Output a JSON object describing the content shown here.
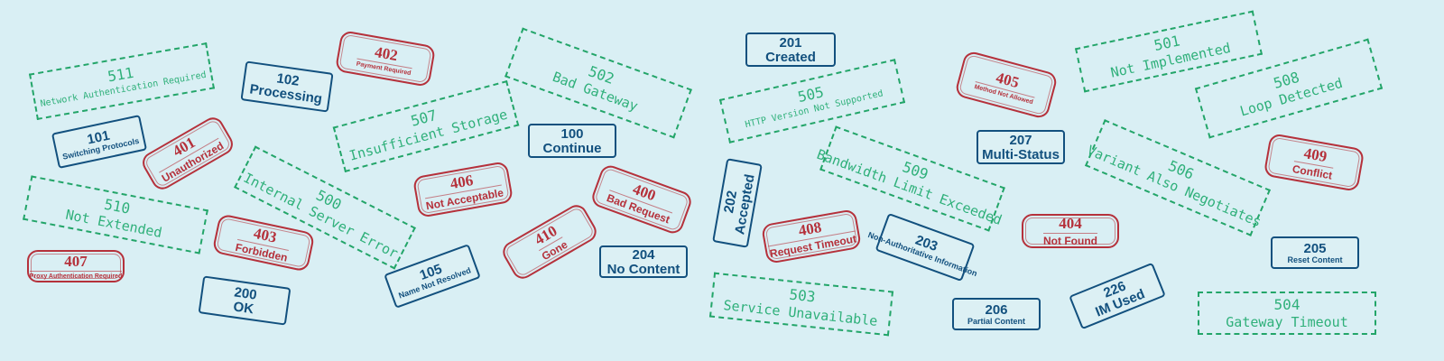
{
  "stamps": [
    {
      "code": "511",
      "label": "Network Authentication Required",
      "color": "green",
      "small": true
    },
    {
      "code": "102",
      "label": "Processing",
      "color": "blue"
    },
    {
      "code": "402",
      "label": "Payment Required",
      "color": "red",
      "small": true
    },
    {
      "code": "502",
      "label": "Bad Gateway",
      "color": "green"
    },
    {
      "code": "201",
      "label": "Created",
      "color": "blue"
    },
    {
      "code": "505",
      "label": "HTTP Version Not Supported",
      "color": "green",
      "small": true
    },
    {
      "code": "405",
      "label": "Method Not Allowed",
      "color": "red",
      "small": true
    },
    {
      "code": "501",
      "label": "Not Implemented",
      "color": "green"
    },
    {
      "code": "508",
      "label": "Loop Detected",
      "color": "green"
    },
    {
      "code": "101",
      "label": "Switching Protocols",
      "color": "blue",
      "small": true
    },
    {
      "code": "401",
      "label": "Unauthorized",
      "color": "red"
    },
    {
      "code": "507",
      "label": "Insufficient Storage",
      "color": "green"
    },
    {
      "code": "100",
      "label": "Continue",
      "color": "blue"
    },
    {
      "code": "207",
      "label": "Multi-Status",
      "color": "blue"
    },
    {
      "code": "509",
      "label": "Bandwidth Limit Exceeded",
      "color": "green"
    },
    {
      "code": "506",
      "label": "Variant Also Negotiates",
      "color": "green"
    },
    {
      "code": "409",
      "label": "Conflict",
      "color": "red"
    },
    {
      "code": "510",
      "label": "Not Extended",
      "color": "green"
    },
    {
      "code": "500",
      "label": "Internal Server Error",
      "color": "green"
    },
    {
      "code": "406",
      "label": "Not Acceptable",
      "color": "red"
    },
    {
      "code": "400",
      "label": "Bad Request",
      "color": "red"
    },
    {
      "code": "202",
      "label": "Accepted",
      "color": "blue"
    },
    {
      "code": "408",
      "label": "Request Timeout",
      "color": "red"
    },
    {
      "code": "203",
      "label": "Non-Authoritative Information",
      "color": "blue",
      "small": true
    },
    {
      "code": "404",
      "label": "Not Found",
      "color": "red"
    },
    {
      "code": "205",
      "label": "Reset Content",
      "color": "blue",
      "small": true
    },
    {
      "code": "407",
      "label": "Proxy Authentication Required",
      "color": "red",
      "small": true
    },
    {
      "code": "403",
      "label": "Forbidden",
      "color": "red"
    },
    {
      "code": "410",
      "label": "Gone",
      "color": "red"
    },
    {
      "code": "204",
      "label": "No Content",
      "color": "blue"
    },
    {
      "code": "105",
      "label": "Name Not Resolved",
      "color": "blue",
      "small": true
    },
    {
      "code": "200",
      "label": "OK",
      "color": "blue"
    },
    {
      "code": "503",
      "label": "Service Unavailable",
      "color": "green"
    },
    {
      "code": "206",
      "label": "Partial Content",
      "color": "blue",
      "small": true
    },
    {
      "code": "226",
      "label": "IM Used",
      "color": "blue"
    },
    {
      "code": "504",
      "label": "Gateway Timeout",
      "color": "green"
    }
  ]
}
